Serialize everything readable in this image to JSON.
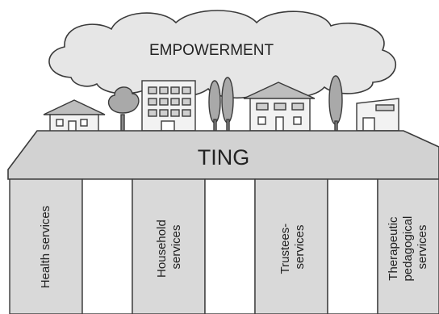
{
  "cloud": {
    "label": "EMPOWERMENT"
  },
  "roof": {
    "label": "TING"
  },
  "pillars": [
    {
      "lines": [
        "Health services"
      ]
    },
    {
      "lines": [
        "Household",
        "services"
      ]
    },
    {
      "lines": [
        "Trustees-",
        "services"
      ]
    },
    {
      "lines": [
        "Therapeutic",
        "pedagogical",
        "services"
      ]
    }
  ],
  "colors": {
    "cloud_fill": "#e6e6e6",
    "roof_fill": "#d2d2d2",
    "pillar_fill": "#d9d9d9",
    "column_fill": "#ffffff",
    "building_fill": "#f2f2f2",
    "tree_fill": "#a9a9a9",
    "outline": "#3a3a3a"
  }
}
